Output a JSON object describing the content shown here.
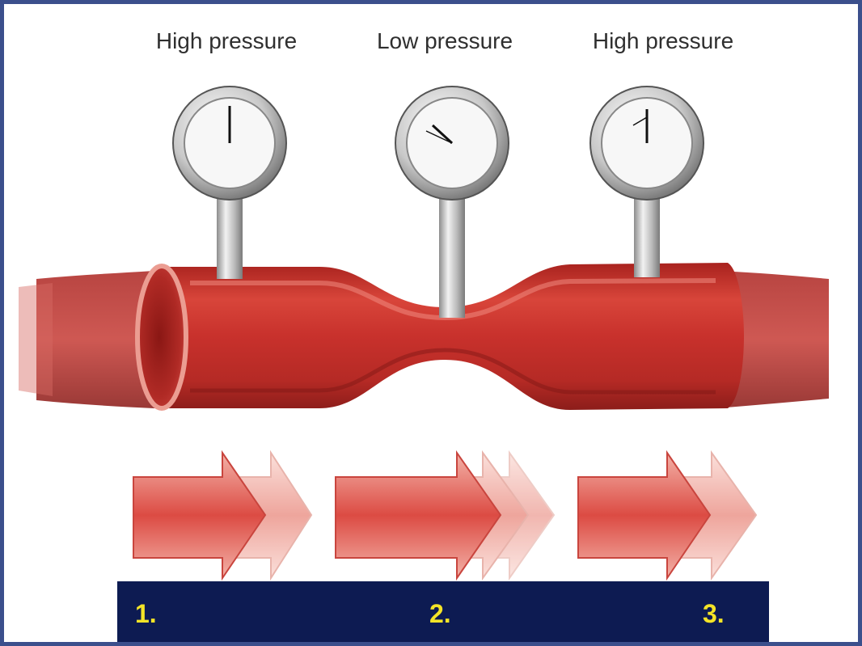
{
  "labels": {
    "gauge_1": "High pressure",
    "gauge_2": "Low pressure",
    "gauge_3": "High pressure"
  },
  "steps": [
    "1.",
    "2.",
    "3."
  ],
  "colors": {
    "border": "#3b4f8c",
    "vessel": "#c8312c",
    "vessel_dark": "#9a1f1c",
    "vessel_light": "#e5867a",
    "arrow": "#d9463f",
    "step_bar": "#0d1b52",
    "step_text": "#f4e427"
  },
  "icons": [
    "pressure-gauge-icon",
    "blood-vessel",
    "flow-arrow-icon"
  ]
}
